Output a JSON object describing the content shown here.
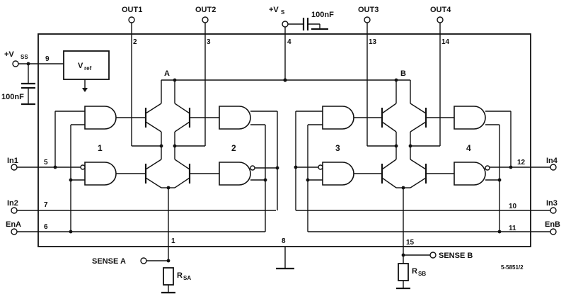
{
  "outputs": {
    "out1": "OUT1",
    "out2": "OUT2",
    "out3": "OUT3",
    "out4": "OUT4"
  },
  "supply": {
    "vs_main": "+V",
    "vs_sub": "S",
    "vss_main": "+V",
    "vss_sub": "SS",
    "cap_top": "100nF",
    "cap_left": "100nF"
  },
  "vref": {
    "main": "V",
    "sub": "ref"
  },
  "nodes": {
    "a": "A",
    "b": "B"
  },
  "inputs": {
    "in1": "In1",
    "in2": "In2",
    "ena": "EnA",
    "in4": "In4",
    "in3": "In3",
    "enb": "EnB"
  },
  "bridges": [
    "1",
    "2",
    "3",
    "4"
  ],
  "pins": {
    "p2": "2",
    "p3": "3",
    "p4": "4",
    "p13": "13",
    "p14": "14",
    "p9": "9",
    "p5": "5",
    "p7": "7",
    "p6": "6",
    "p12": "12",
    "p10": "10",
    "p11": "11",
    "p1": "1",
    "p8": "8",
    "p15": "15"
  },
  "sense": {
    "a": "SENSE A",
    "b": "SENSE B"
  },
  "resistors": {
    "rsa_main": "R",
    "rsa_sub": "SA",
    "rsb_main": "R",
    "rsb_sub": "SB"
  },
  "figure_code": "5-5851/2"
}
